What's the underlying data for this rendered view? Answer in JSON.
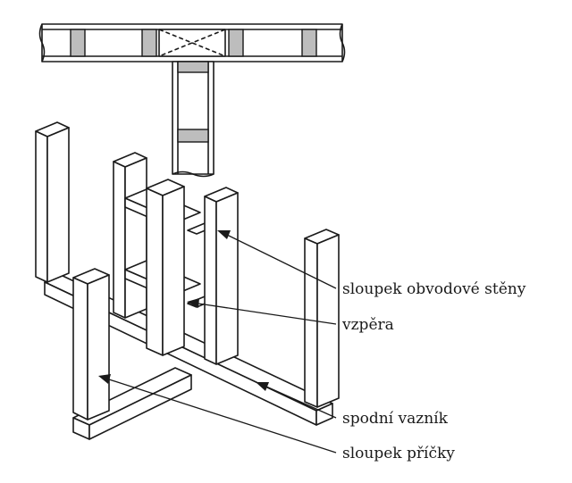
{
  "labels": {
    "exterior_wall_stud": "sloupek obvodové stěny",
    "brace": "vzpěra",
    "bottom_plate": "spodní vazník",
    "partition_stud": "sloupek příčky"
  }
}
